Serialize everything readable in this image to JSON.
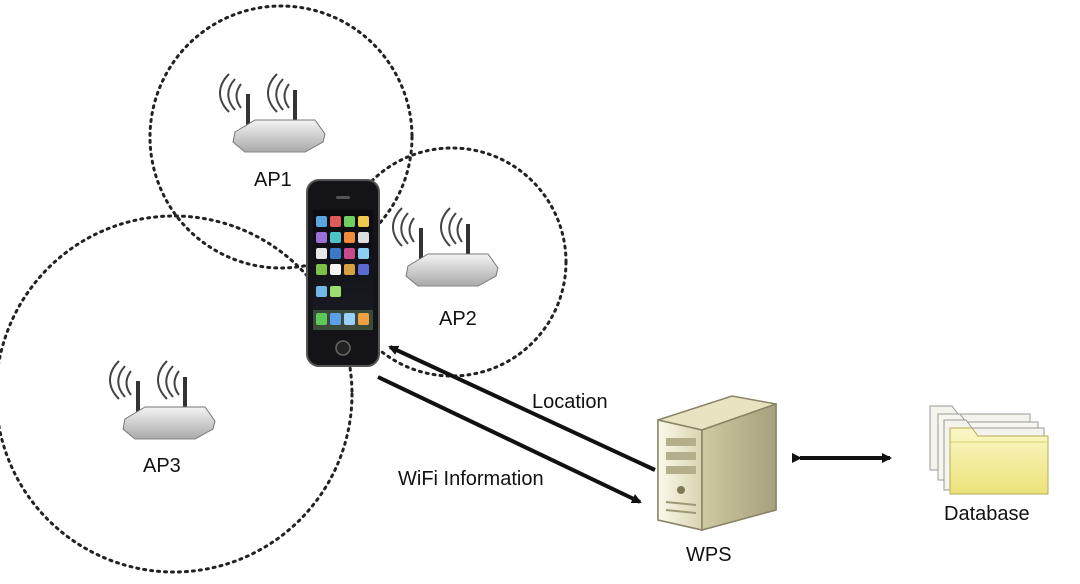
{
  "labels": {
    "ap1": "AP1",
    "ap2": "AP2",
    "ap3": "AP3",
    "location": "Location",
    "wifi_information": "WiFi Information",
    "wps": "WPS",
    "database": "Database"
  },
  "icons": {
    "access_point": "wifi-router-icon",
    "phone": "smartphone-icon",
    "server": "server-tower-icon",
    "database": "folder-stack-icon"
  },
  "colors": {
    "coverage_circle": "#222222",
    "arrow": "#111111",
    "router_body": "#dcdcdc",
    "server_body": "#f2efd6",
    "folder": "#f5ee9a"
  }
}
